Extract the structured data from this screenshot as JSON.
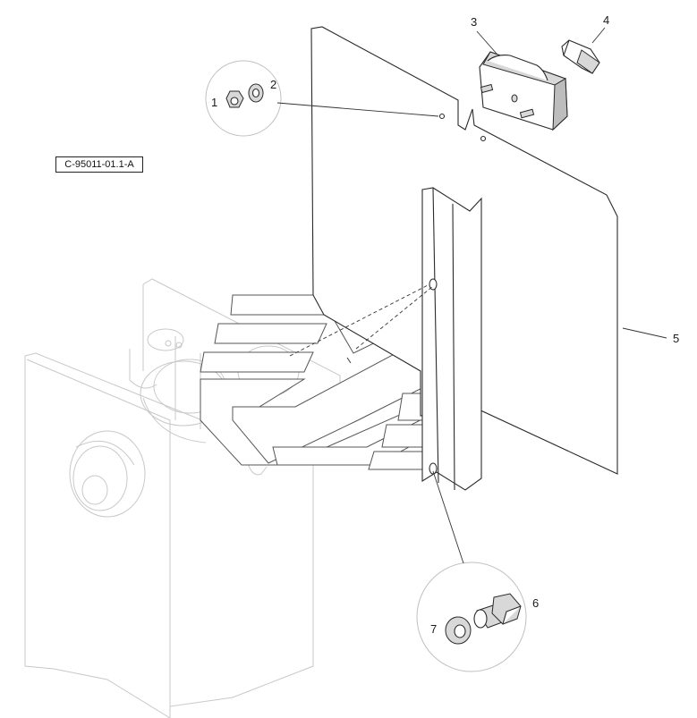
{
  "drawing_code": "C-95011-01.1-A",
  "callouts": [
    {
      "id": "1",
      "label": "1"
    },
    {
      "id": "2",
      "label": "2"
    },
    {
      "id": "3",
      "label": "3"
    },
    {
      "id": "4",
      "label": "4"
    },
    {
      "id": "5",
      "label": "5"
    },
    {
      "id": "6",
      "label": "6"
    },
    {
      "id": "7",
      "label": "7"
    }
  ],
  "colors": {
    "line": "#2a2a2a",
    "ghost": "#c8c8c8",
    "part_fill_grey": "#d8d8d8"
  }
}
